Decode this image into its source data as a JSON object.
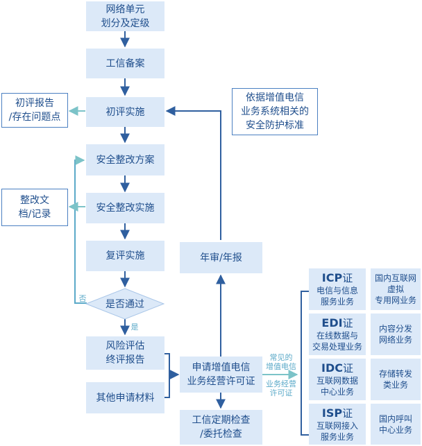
{
  "nodes": {
    "grade": "网络单元\n划分及定级",
    "filing": "工信备案",
    "initial_eval": "初评实施",
    "rectify_plan": "安全整改方案",
    "rectify_impl": "安全整改实施",
    "re_eval": "复评实施",
    "pass_check": "是否通过",
    "risk_report": "风险评估\n终评报告",
    "other_materials": "其他申请材料",
    "apply_license": "申请增值电信\n业务经营许可证",
    "periodic_check": "工信定期检查\n/委托检查",
    "annual_review": "年审/年报",
    "initial_report": "初评报告\n/存在问题点",
    "rectify_docs": "整改文\n档/记录",
    "standards": "依据增值电信\n业务系统相关的\n安全防护标准"
  },
  "labels": {
    "no": "否",
    "yes": "是",
    "common_services": "常见的\n增值电信",
    "business_license": "业务经营\n许可证"
  },
  "certificates": [
    {
      "code": "ICP",
      "suffix": "证",
      "desc": "电信与信息\n服务业务",
      "service": "国内互联网\n虚拟\n专用网业务"
    },
    {
      "code": "EDI",
      "suffix": "证",
      "desc": "在线数据与\n交易处理业务",
      "service": "内容分发\n网络业务"
    },
    {
      "code": "IDC",
      "suffix": "证",
      "desc": "互联网数据\n中心业务",
      "service": "存储转发\n类业务"
    },
    {
      "code": "ISP",
      "suffix": "证",
      "desc": "互联网接入\n服务业务",
      "service": "国内呼叫\n中心业务"
    }
  ],
  "colors": {
    "box_fill": "#dce9f8",
    "text": "#1f4e8c",
    "arrow": "#2f5f9f",
    "light_arrow": "#7cc3c8"
  }
}
